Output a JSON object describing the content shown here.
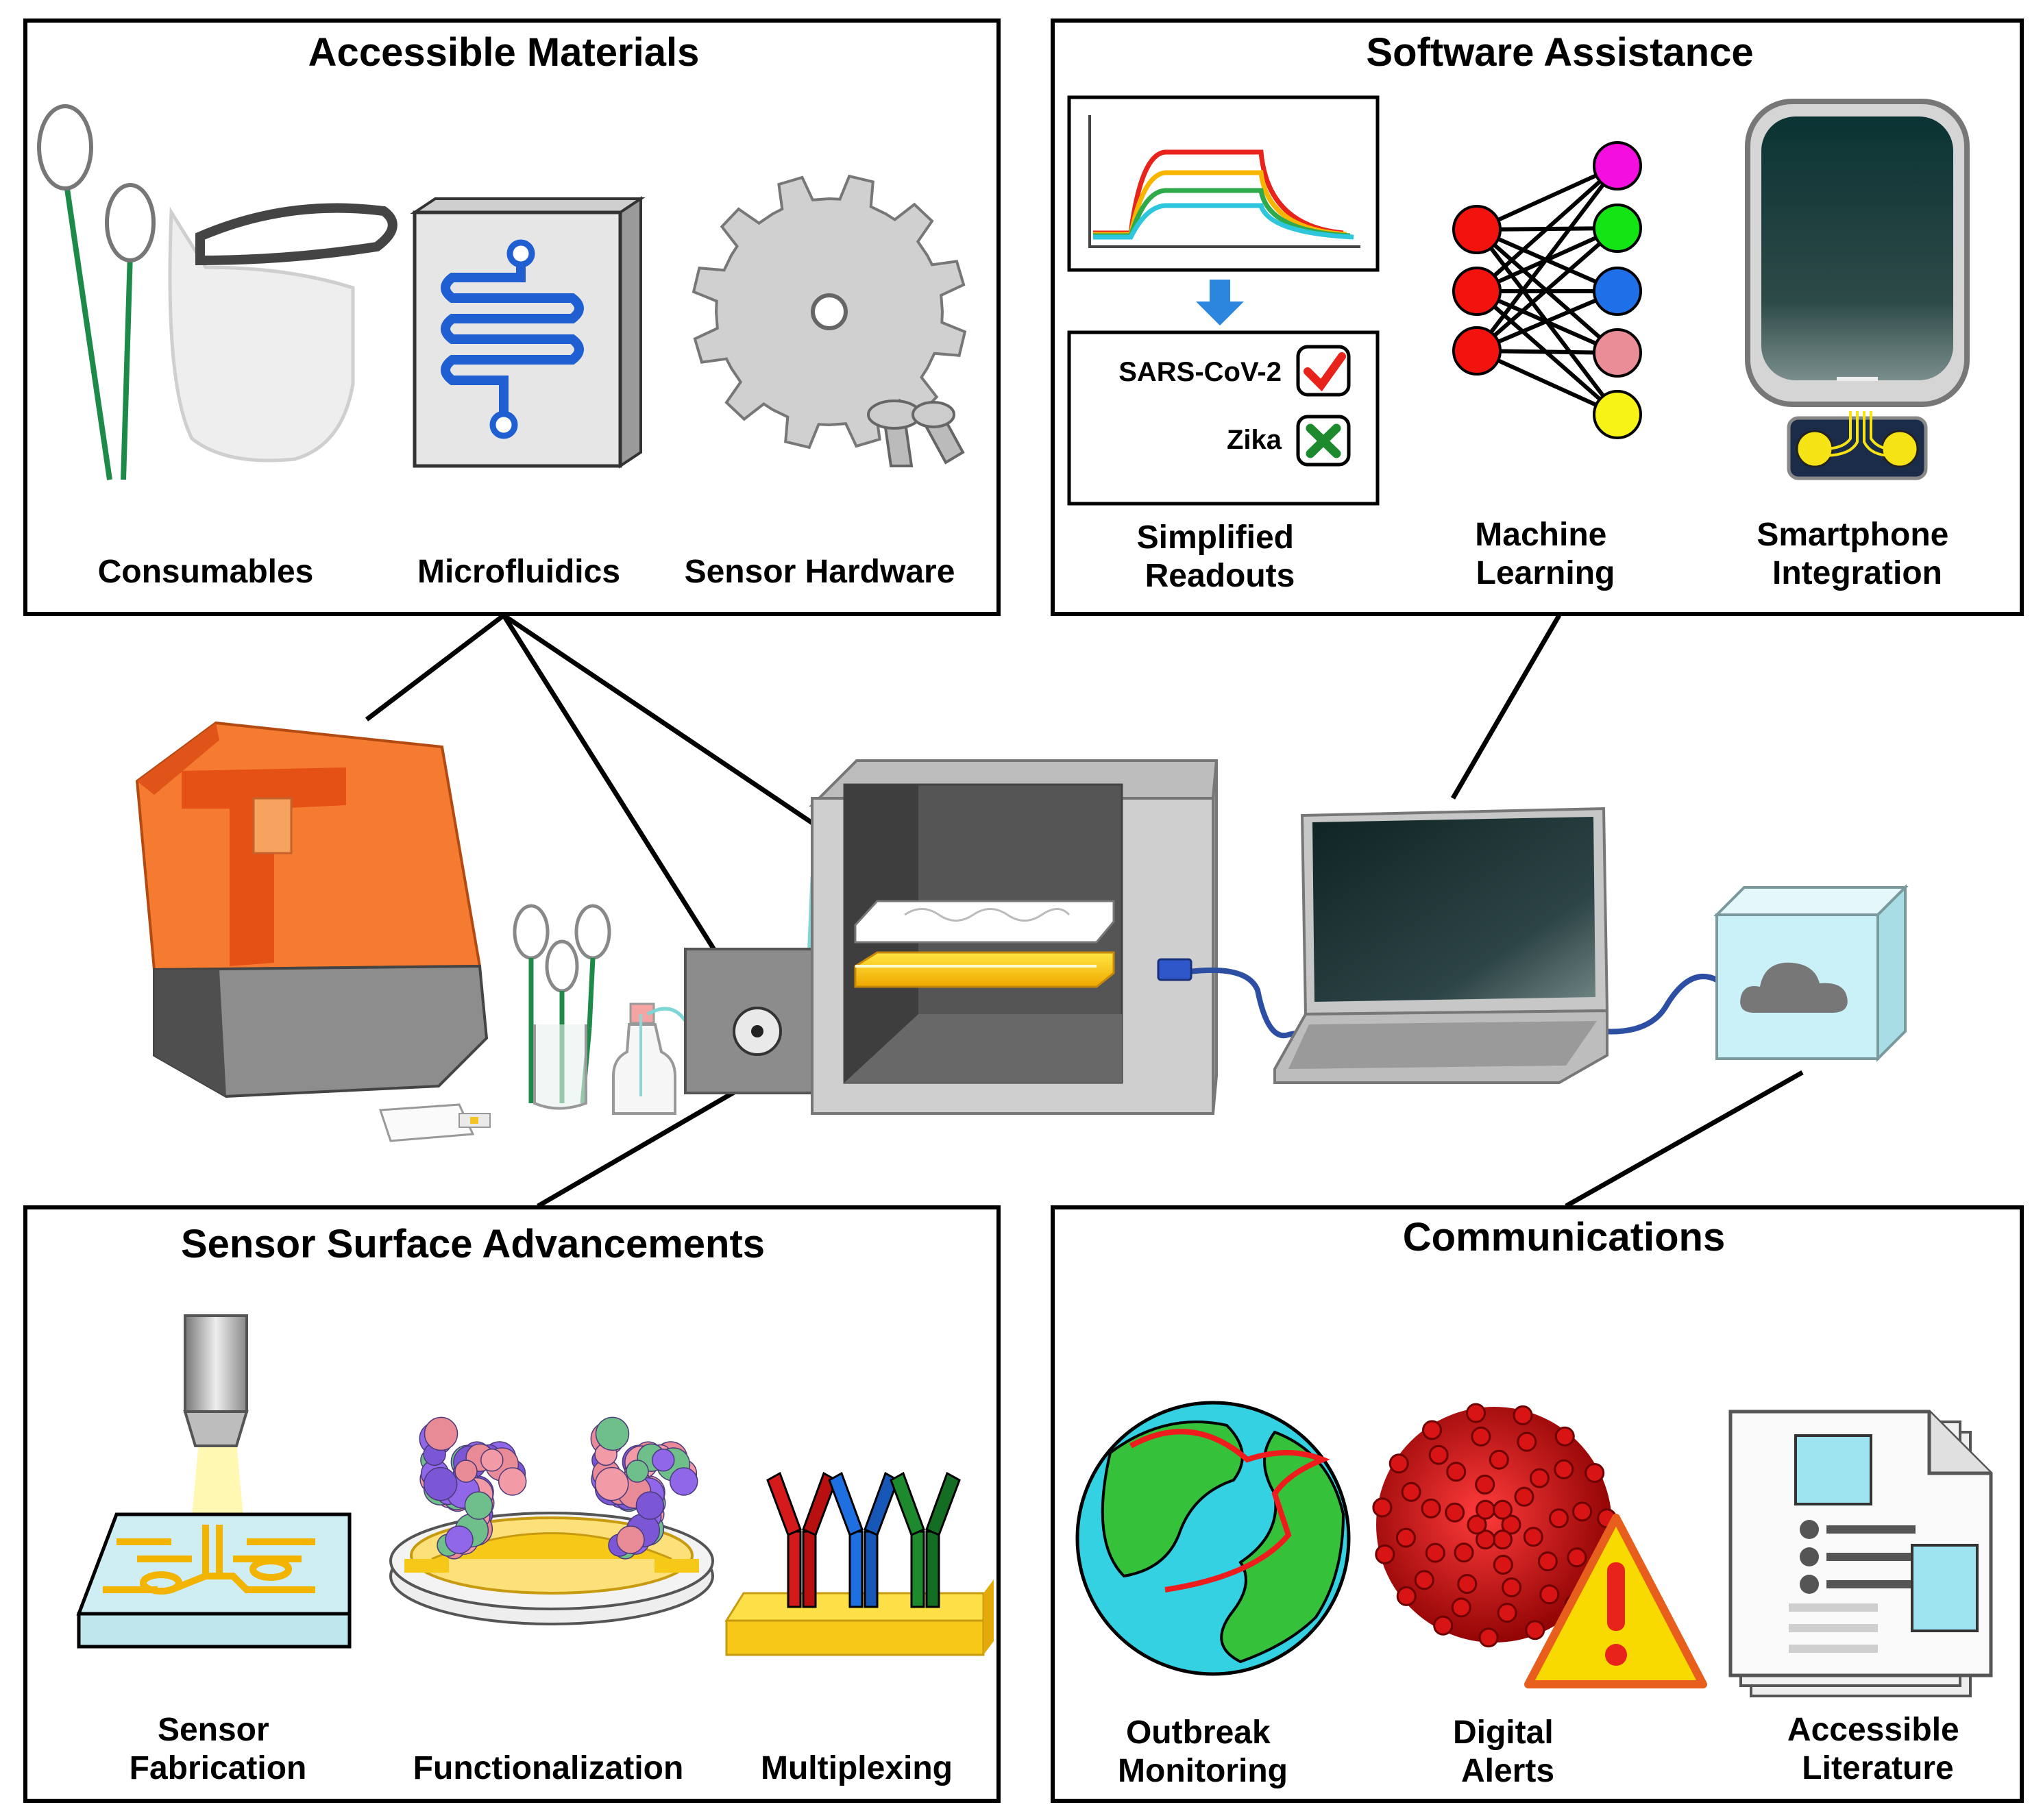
{
  "panels": {
    "materials": {
      "title": "Accessible Materials",
      "items": [
        "Consumables",
        "Microfluidics",
        "Sensor Hardware"
      ]
    },
    "software": {
      "title": "Software Assistance",
      "readout_results": [
        "SARS-CoV-2",
        "Zika"
      ],
      "items": [
        {
          "line1": "Simplified",
          "line2": "Readouts"
        },
        {
          "line1": "Machine",
          "line2": "Learning"
        },
        {
          "line1": "Smartphone",
          "line2": "Integration"
        }
      ]
    },
    "surface": {
      "title": "Sensor Surface Advancements",
      "items": [
        {
          "line1": "Sensor",
          "line2": "Fabrication"
        },
        {
          "line1": "",
          "line2": "Functionalization"
        },
        {
          "line1": "",
          "line2": "Multiplexing"
        }
      ]
    },
    "communications": {
      "title": "Communications",
      "items": [
        {
          "line1": "Outbreak",
          "line2": "Monitoring"
        },
        {
          "line1": "Digital",
          "line2": "Alerts"
        },
        {
          "line1": "Accessible",
          "line2": "Literature"
        }
      ]
    }
  },
  "colors": {
    "printer_orange": "#f47b30",
    "gold": "#f6c918",
    "cable_blue": "#2d4fa3",
    "cloud_box": "#c9f1f7",
    "ocean": "#34d1e3",
    "land": "#35c23a",
    "virus_red": "#c40a0a",
    "warning_yellow": "#f8d900"
  }
}
